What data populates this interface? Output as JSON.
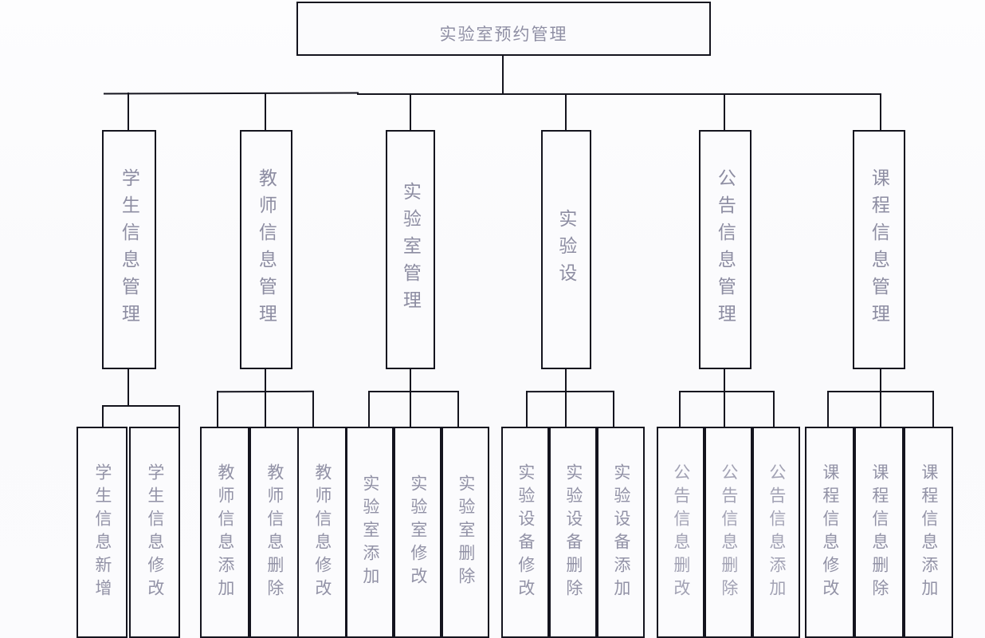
{
  "diagram": {
    "type": "tree",
    "title": "实验室预约管理",
    "orientation": "top-down",
    "levels": 3,
    "colors": {
      "line": "#14141e",
      "box_fill": "#fbfbfd",
      "text": "#8d8da2",
      "background": "#fbfbfd"
    }
  },
  "root": {
    "label": "实验室预约管理"
  },
  "branches": [
    {
      "id": "student",
      "label": "学生信息管理",
      "leaves": [
        {
          "label": "学生信息新增"
        },
        {
          "label": "学生信息修改"
        }
      ]
    },
    {
      "id": "teacher",
      "label": "教师信息管理",
      "leaves": [
        {
          "label": "教师信息添加"
        },
        {
          "label": "教师信息删除"
        },
        {
          "label": "教师信息修改"
        }
      ]
    },
    {
      "id": "lab",
      "label": "实验室管理",
      "leaves": [
        {
          "label": "实验室添加"
        },
        {
          "label": "实验室修改"
        },
        {
          "label": "实验室删除"
        }
      ]
    },
    {
      "id": "equipment",
      "label": "实验设",
      "leaves": [
        {
          "label": "实验设备修改"
        },
        {
          "label": "实验设备删除"
        },
        {
          "label": "实验设备添加"
        }
      ]
    },
    {
      "id": "notice",
      "label": "公告信息管理",
      "leaves": [
        {
          "label": "公告信息删改"
        },
        {
          "label": "公告信息删除"
        },
        {
          "label": "公告信息添加"
        }
      ]
    },
    {
      "id": "course",
      "label": "课程信息管理",
      "leaves": [
        {
          "label": "课程信息修改"
        },
        {
          "label": "课程信息删除"
        },
        {
          "label": "课程信息添加"
        }
      ]
    }
  ]
}
